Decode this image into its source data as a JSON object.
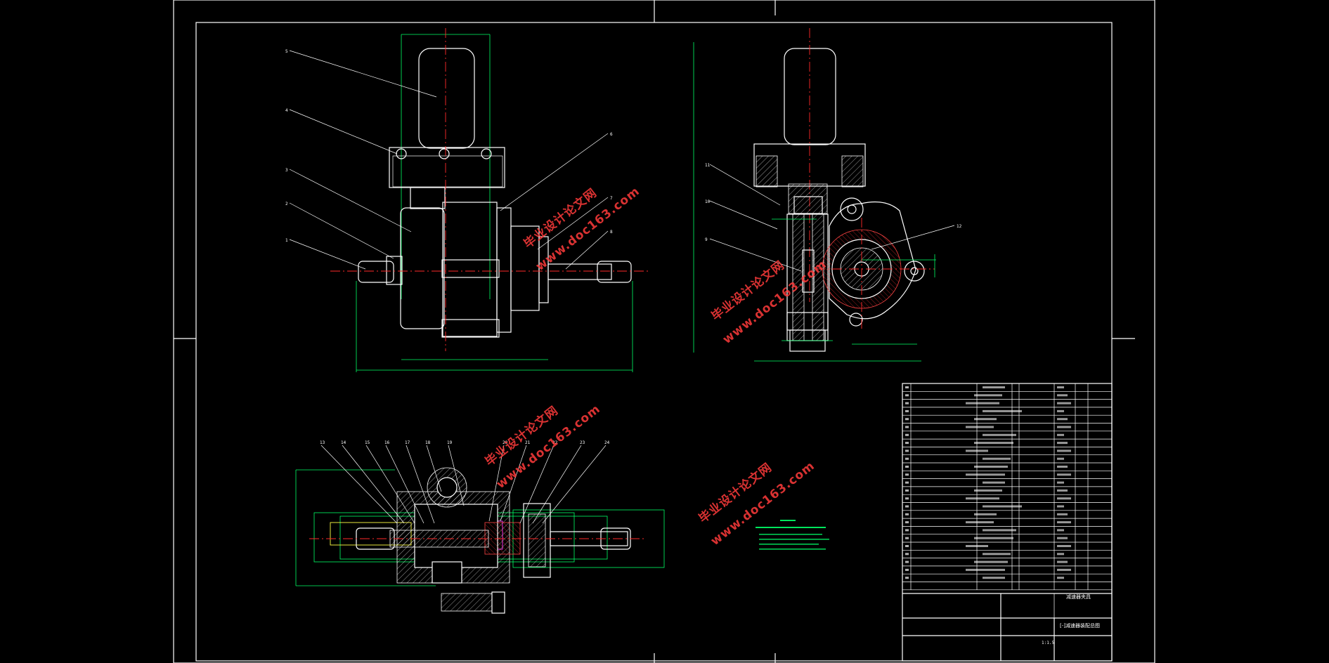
{
  "watermarks": [
    "毕业设计论文网",
    "www.doc163.com"
  ],
  "title_block": {
    "drawing_title": "减速器夹具",
    "sub_title": "[-]减速器装配总图",
    "scale": "1:1.5"
  },
  "colors": {
    "background": "#000000",
    "outline": "#ffffff",
    "dimension": "#00ff66",
    "centerline": "#ff2a2a",
    "watermark": "#ff3b3b"
  }
}
